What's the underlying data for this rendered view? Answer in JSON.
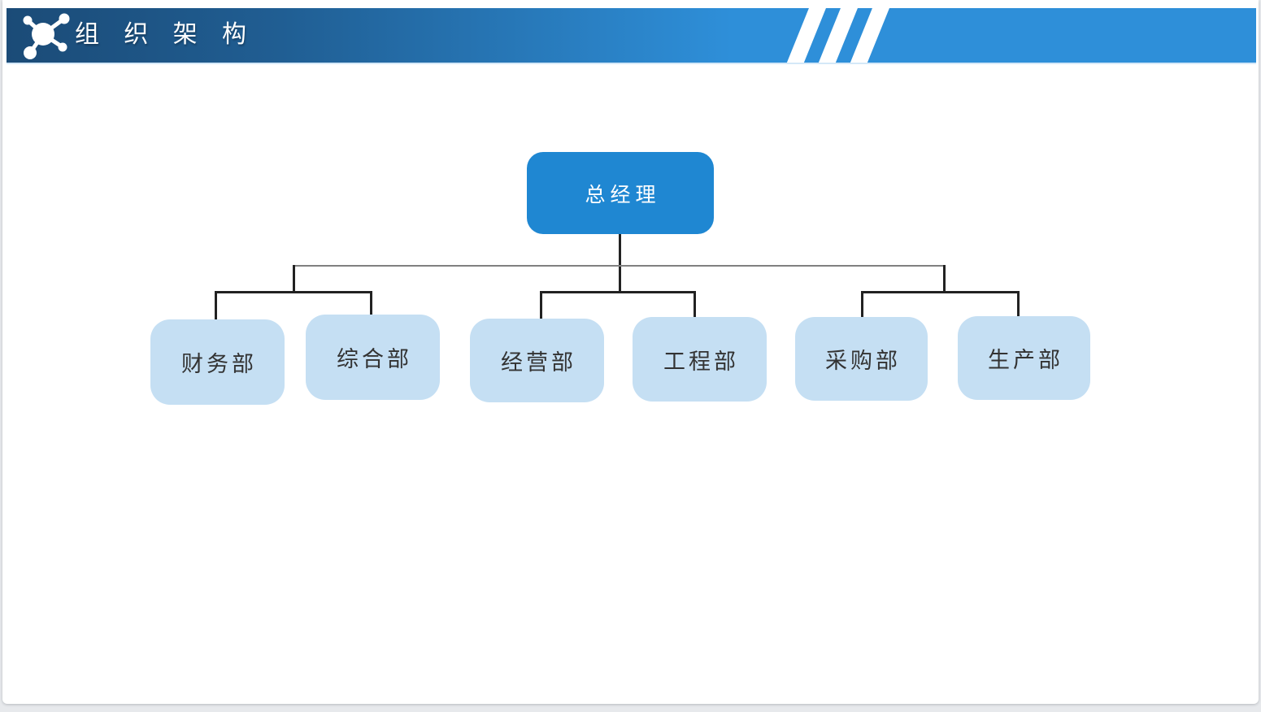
{
  "header": {
    "title": "组 织 架 构",
    "icon": "org-network-icon",
    "stripe_count": 3
  },
  "org": {
    "root": {
      "label": "总经理"
    },
    "children": [
      {
        "label": "财务部"
      },
      {
        "label": "综合部"
      },
      {
        "label": "经营部"
      },
      {
        "label": "工程部"
      },
      {
        "label": "采购部"
      },
      {
        "label": "生产部"
      }
    ],
    "groups": [
      [
        0,
        1
      ],
      [
        2,
        3
      ],
      [
        4,
        5
      ]
    ]
  },
  "colors": {
    "page_background": "#E7E9EC",
    "slide_background": "#FFFFFF",
    "header_gradient_left": "#1B4B77",
    "header_gradient_right": "#2E8FD9",
    "header_stripe": "#FFFFFF",
    "root_node_fill": "#1F87D2",
    "root_node_text": "#FFFFFF",
    "child_node_fill": "#C5DFF3",
    "child_node_text": "#333333",
    "top_rail_line": "#808080",
    "bracket_line": "#222222"
  }
}
